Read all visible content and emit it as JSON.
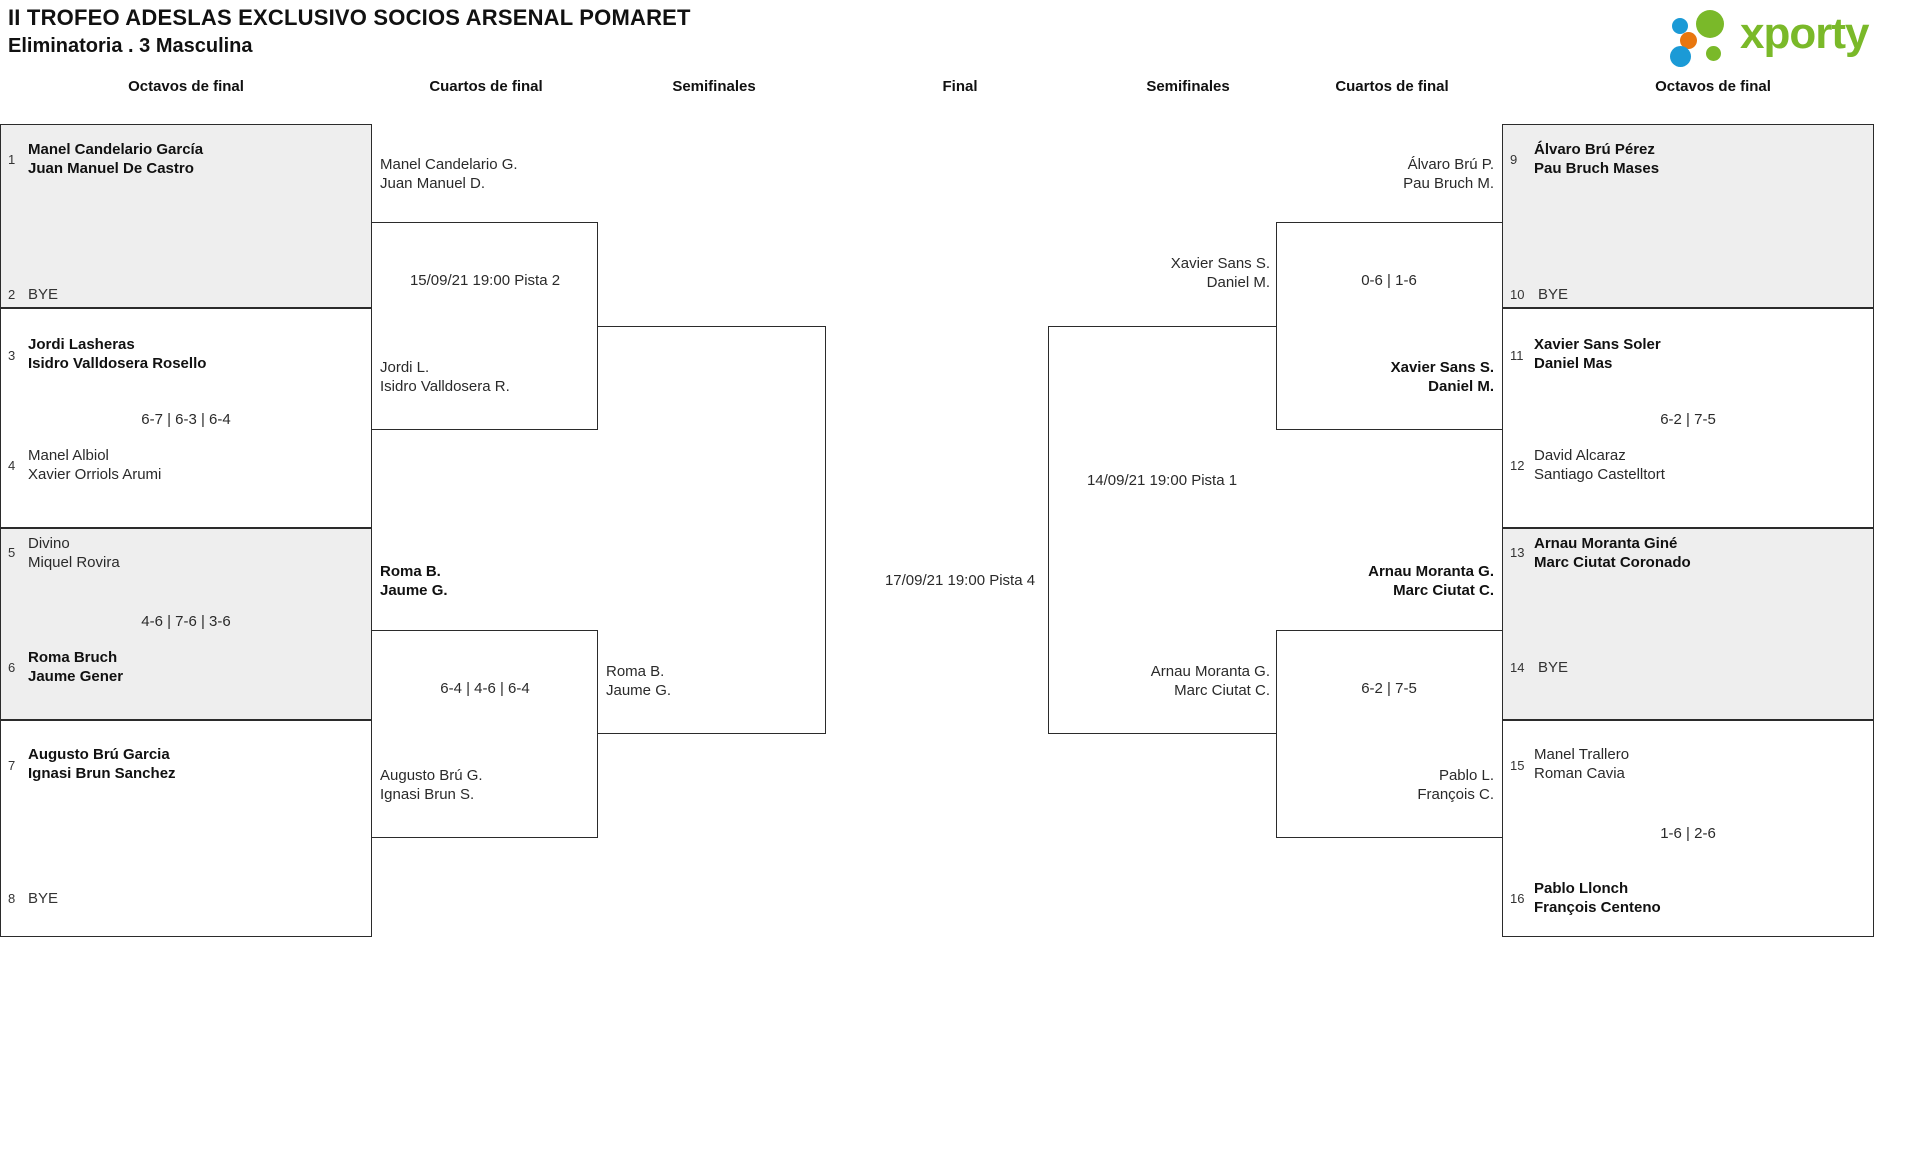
{
  "header": {
    "title": "II TROFEO ADESLAS EXCLUSIVO SOCIOS ARSENAL POMARET",
    "subtitle": "Eliminatoria . 3 Masculina",
    "logo_text": "xporty",
    "logo_colors": {
      "green": "#7ab929",
      "blue": "#1b9ad6",
      "orange": "#e8760e"
    }
  },
  "round_headers": {
    "left_r16": "Octavos de final",
    "left_qf": "Cuartos de final",
    "left_sf": "Semifinales",
    "final": "Final",
    "right_sf": "Semifinales",
    "right_qf": "Cuartos de final",
    "right_r16": "Octavos de final"
  },
  "left": {
    "r16": [
      {
        "seed_a": "1",
        "seed_b": "2",
        "team_a": [
          "Manel Candelario García",
          "Juan Manuel De Castro"
        ],
        "team_b": [
          "BYE"
        ],
        "a_bye": false,
        "b_bye": true,
        "a_win": true,
        "b_win": false,
        "score": ""
      },
      {
        "seed_a": "3",
        "seed_b": "4",
        "team_a": [
          "Jordi Lasheras",
          "Isidro Valldosera Rosello"
        ],
        "team_b": [
          "Manel Albiol",
          "Xavier Orriols Arumi"
        ],
        "a_bye": false,
        "b_bye": false,
        "a_win": true,
        "b_win": false,
        "score": "6-7 | 6-3 | 6-4"
      },
      {
        "seed_a": "5",
        "seed_b": "6",
        "team_a": [
          "Divino",
          "Miquel Rovira"
        ],
        "team_b": [
          "Roma Bruch",
          "Jaume Gener"
        ],
        "a_bye": false,
        "b_bye": false,
        "a_win": false,
        "b_win": true,
        "score": "4-6 | 7-6 | 3-6"
      },
      {
        "seed_a": "7",
        "seed_b": "8",
        "team_a": [
          "Augusto Brú Garcia",
          "Ignasi Brun Sanchez"
        ],
        "team_b": [
          "BYE"
        ],
        "a_bye": false,
        "b_bye": true,
        "a_win": true,
        "b_win": false,
        "score": ""
      }
    ],
    "qf": [
      {
        "team_a": [
          "Manel Candelario G.",
          "Juan Manuel D."
        ],
        "team_b": [
          "Jordi L.",
          "Isidro Valldosera R."
        ],
        "a_win": false,
        "b_win": false,
        "score": "",
        "schedule": "15/09/21 19:00 Pista 2"
      },
      {
        "team_a": [
          "Roma B.",
          "Jaume G."
        ],
        "team_b": [
          "Augusto Brú G.",
          "Ignasi Brun S."
        ],
        "a_win": true,
        "b_win": false,
        "score": "6-4 | 4-6 | 6-4",
        "schedule": ""
      }
    ],
    "sf": {
      "team": [
        "Roma B.",
        "Jaume G."
      ],
      "win": false,
      "score": "",
      "schedule": ""
    }
  },
  "final": {
    "schedule": "17/09/21 19:00 Pista 4",
    "score": "",
    "team": []
  },
  "right": {
    "r16": [
      {
        "seed_a": "9",
        "seed_b": "10",
        "team_a": [
          "Álvaro Brú Pérez",
          "Pau Bruch Mases"
        ],
        "team_b": [
          "BYE"
        ],
        "a_bye": false,
        "b_bye": true,
        "a_win": true,
        "b_win": false,
        "score": ""
      },
      {
        "seed_a": "11",
        "seed_b": "12",
        "team_a": [
          "Xavier Sans Soler",
          "Daniel Mas"
        ],
        "team_b": [
          "David Alcaraz",
          "Santiago Castelltort"
        ],
        "a_bye": false,
        "b_bye": false,
        "a_win": true,
        "b_win": false,
        "score": "6-2 | 7-5"
      },
      {
        "seed_a": "13",
        "seed_b": "14",
        "team_a": [
          "Arnau Moranta Giné",
          "Marc Ciutat Coronado"
        ],
        "team_b": [
          "BYE"
        ],
        "a_bye": false,
        "b_bye": true,
        "a_win": true,
        "b_win": false,
        "score": ""
      },
      {
        "seed_a": "15",
        "seed_b": "16",
        "team_a": [
          "Manel Trallero",
          "Roman Cavia"
        ],
        "team_b": [
          "Pablo Llonch",
          "François Centeno"
        ],
        "a_bye": false,
        "b_bye": false,
        "a_win": false,
        "b_win": true,
        "score": "1-6 | 2-6"
      }
    ],
    "qf": [
      {
        "team_a": [
          "Álvaro Brú P.",
          "Pau Bruch M."
        ],
        "team_b": [
          "Xavier Sans S.",
          "Daniel M."
        ],
        "a_win": false,
        "b_win": true,
        "score": "0-6 | 1-6",
        "schedule": ""
      },
      {
        "team_a": [
          "Arnau Moranta G.",
          "Marc Ciutat C."
        ],
        "team_b": [
          "Pablo L.",
          "François C."
        ],
        "a_win": true,
        "b_win": false,
        "score": "6-2 | 7-5",
        "schedule": ""
      }
    ],
    "sf": {
      "team_a": [
        "Xavier Sans S.",
        "Daniel M."
      ],
      "team_b": [
        "Arnau Moranta G.",
        "Marc Ciutat C."
      ],
      "a_win": false,
      "b_win": false,
      "score": "",
      "schedule": "14/09/21 19:00 Pista 1"
    }
  }
}
